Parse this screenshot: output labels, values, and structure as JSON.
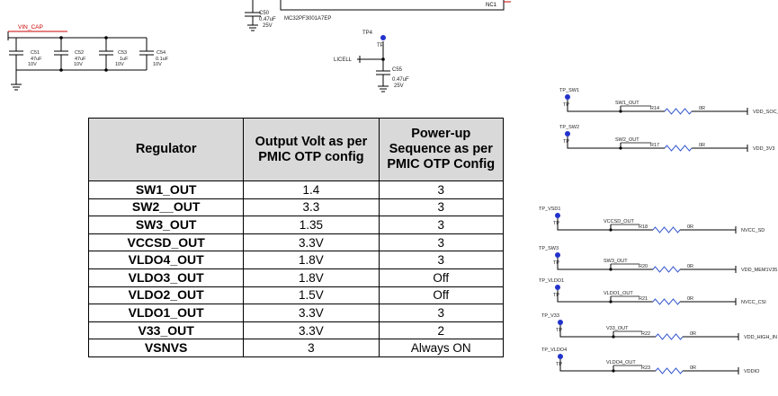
{
  "top": {
    "cap_c50": {
      "ref": "C50",
      "value": "0.47uF",
      "voltage": "25V"
    },
    "ic_part": "MC32PF3001A7EP",
    "pin_nc1": "NC1"
  },
  "vin_cap": {
    "net": "VIN_CAP",
    "caps": [
      {
        "ref": "C51",
        "value": "47uF",
        "voltage": "10V"
      },
      {
        "ref": "C52",
        "value": "47uF",
        "voltage": "10V"
      },
      {
        "ref": "C53",
        "value": "1uF",
        "voltage": "10V"
      },
      {
        "ref": "C54",
        "value": "0.1uF",
        "voltage": "10V"
      }
    ]
  },
  "licell": {
    "tp_ref": "TP4",
    "tp_label": "TP",
    "net": "LICELL",
    "cap": {
      "ref": "C55",
      "value": "0.47uF",
      "voltage": "25V"
    }
  },
  "table": {
    "headers": [
      "Regulator",
      "Output Volt as per PMIC OTP config",
      "Power-up Sequence as per PMIC OTP Config"
    ],
    "rows": [
      [
        "SW1_OUT",
        "1.4",
        "3"
      ],
      [
        "SW2__OUT",
        "3.3",
        "3"
      ],
      [
        "SW3_OUT",
        "1.35",
        "3"
      ],
      [
        "VCCSD_OUT",
        "3.3V",
        "3"
      ],
      [
        "VLDO4_OUT",
        "1.8V",
        "3"
      ],
      [
        "VLDO3_OUT",
        "1.8V",
        "Off"
      ],
      [
        "VLDO2_OUT",
        "1.5V",
        "Off"
      ],
      [
        "VLDO1_OUT",
        "3.3V",
        "3"
      ],
      [
        "V33_OUT",
        "3.3V",
        "2"
      ],
      [
        "VSNVS",
        "3",
        "Always ON"
      ]
    ]
  },
  "rails": {
    "tp_label": "TP",
    "items": [
      {
        "tp": "TP_SW1",
        "net": "SW1_OUT",
        "res": "R14",
        "ohm": "0R",
        "out": "VDD_SOC_IN"
      },
      {
        "tp": "TP_SW2",
        "net": "SW2_OUT",
        "res": "R17",
        "ohm": "0R",
        "out": "VDD_3V3"
      },
      {
        "tp": "TP_VSD1",
        "net": "VCCSD_OUT",
        "res": "R18",
        "ohm": "0R",
        "out": "NVCC_SD"
      },
      {
        "tp": "TP_SW3",
        "net": "SW3_OUT",
        "res": "R20",
        "ohm": "0R",
        "out": "VDD_MEM1V35"
      },
      {
        "tp": "TP_VLDO1",
        "net": "VLDO1_OUT",
        "res": "R21",
        "ohm": "0R",
        "out": "NVCC_CSI"
      },
      {
        "tp": "TP_V33",
        "net": "V33_OUT",
        "res": "R22",
        "ohm": "0R",
        "out": "VDD_HIGH_IN"
      },
      {
        "tp": "TP_VLDO4",
        "net": "VLDO4_OUT",
        "res": "R23",
        "ohm": "0R",
        "out": "VDDIO"
      }
    ]
  }
}
